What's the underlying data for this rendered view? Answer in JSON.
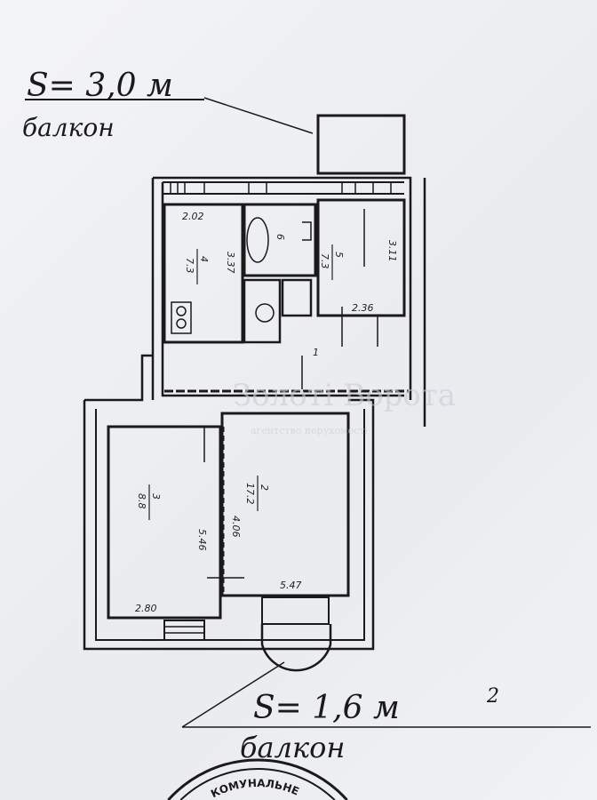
{
  "annotations": {
    "top_balcony_area": "S= 3,0 м",
    "top_balcony_label": "балкон",
    "bottom_balcony_area": "S= 1,6 м",
    "bottom_balcony_area_sup": "2",
    "bottom_balcony_label": "балкон"
  },
  "rooms": [
    {
      "number": "4",
      "area": "7.3",
      "dims": [
        "2.02",
        "3.37"
      ]
    },
    {
      "number": "5",
      "area": "7.3",
      "dims": [
        "3.11",
        "2.36"
      ]
    },
    {
      "number": "2",
      "area": "17.2",
      "dims": [
        "4.06",
        "5.47"
      ]
    },
    {
      "number": "3",
      "area": "8.8",
      "dims": [
        "5.46",
        "2.80"
      ]
    },
    {
      "number": "6",
      "area": ""
    },
    {
      "number": "1",
      "area": ""
    }
  ],
  "watermark": {
    "title": "Золоті Ворота",
    "subtitle": "агентство нерухомості"
  },
  "stamp": {
    "text": "КОМУНАЛЬНЕ"
  }
}
